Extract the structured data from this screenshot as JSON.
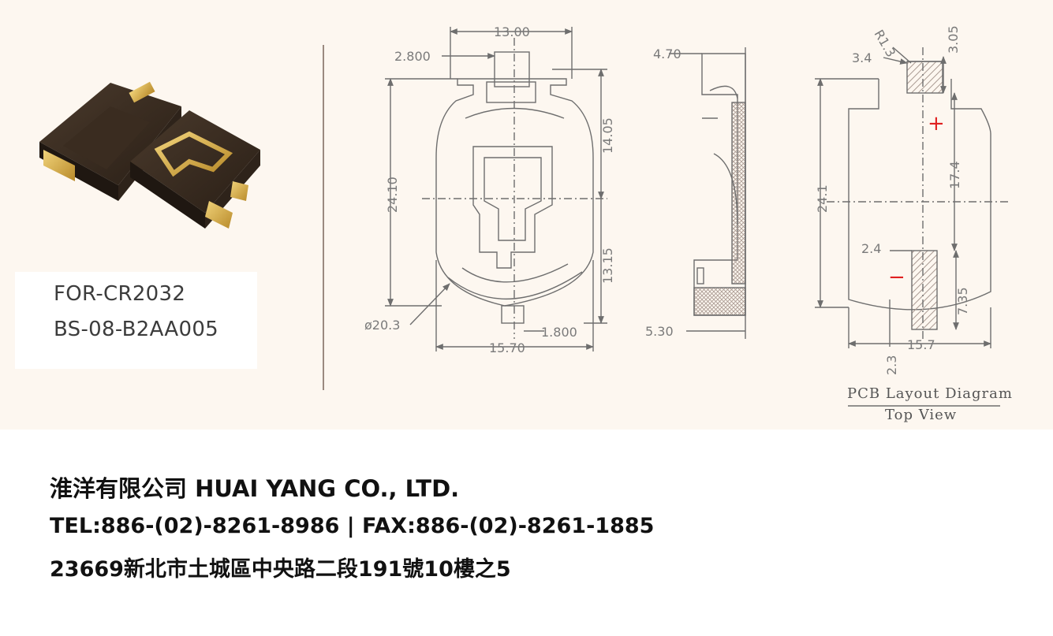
{
  "product": {
    "model_line1": "FOR-CR2032",
    "model_line2": "BS-08-B2AA005"
  },
  "drawing": {
    "front_view": {
      "width_top": "13.00",
      "offset": "2.800",
      "height": "24.10",
      "upper_height": "14.05",
      "lower_height": "13.15",
      "diameter": "ø20.3",
      "tab_width": "1.800",
      "width_bottom": "15.70"
    },
    "side_view": {
      "top": "4.70",
      "bottom": "5.30"
    },
    "pcb_layout": {
      "radius": "R1.3",
      "pad_width": "3.4",
      "pad_height": "3.05",
      "height": "24.1",
      "pad_gap": "17.4",
      "neg_pad_width": "2.4",
      "neg_pad_height": "7.35",
      "width": "15.7",
      "neg_offset": "2.3",
      "plus_sign": "+",
      "minus_sign": "−",
      "caption_line1": "PCB Layout Diagram",
      "caption_line2": "Top View"
    }
  },
  "footer": {
    "company": "淮洋有限公司 HUAI YANG CO., LTD.",
    "contact": "TEL:886-(02)-8261-8986 | FAX:886-(02)-8261-1885",
    "address": "23669新北市土城區中央路二段191號10樓之5"
  },
  "colors": {
    "panel_bg": "#fdf7f0",
    "line": "#6e6e6e",
    "polarity_red": "#e02020",
    "hatch": "#c9b8ae"
  }
}
